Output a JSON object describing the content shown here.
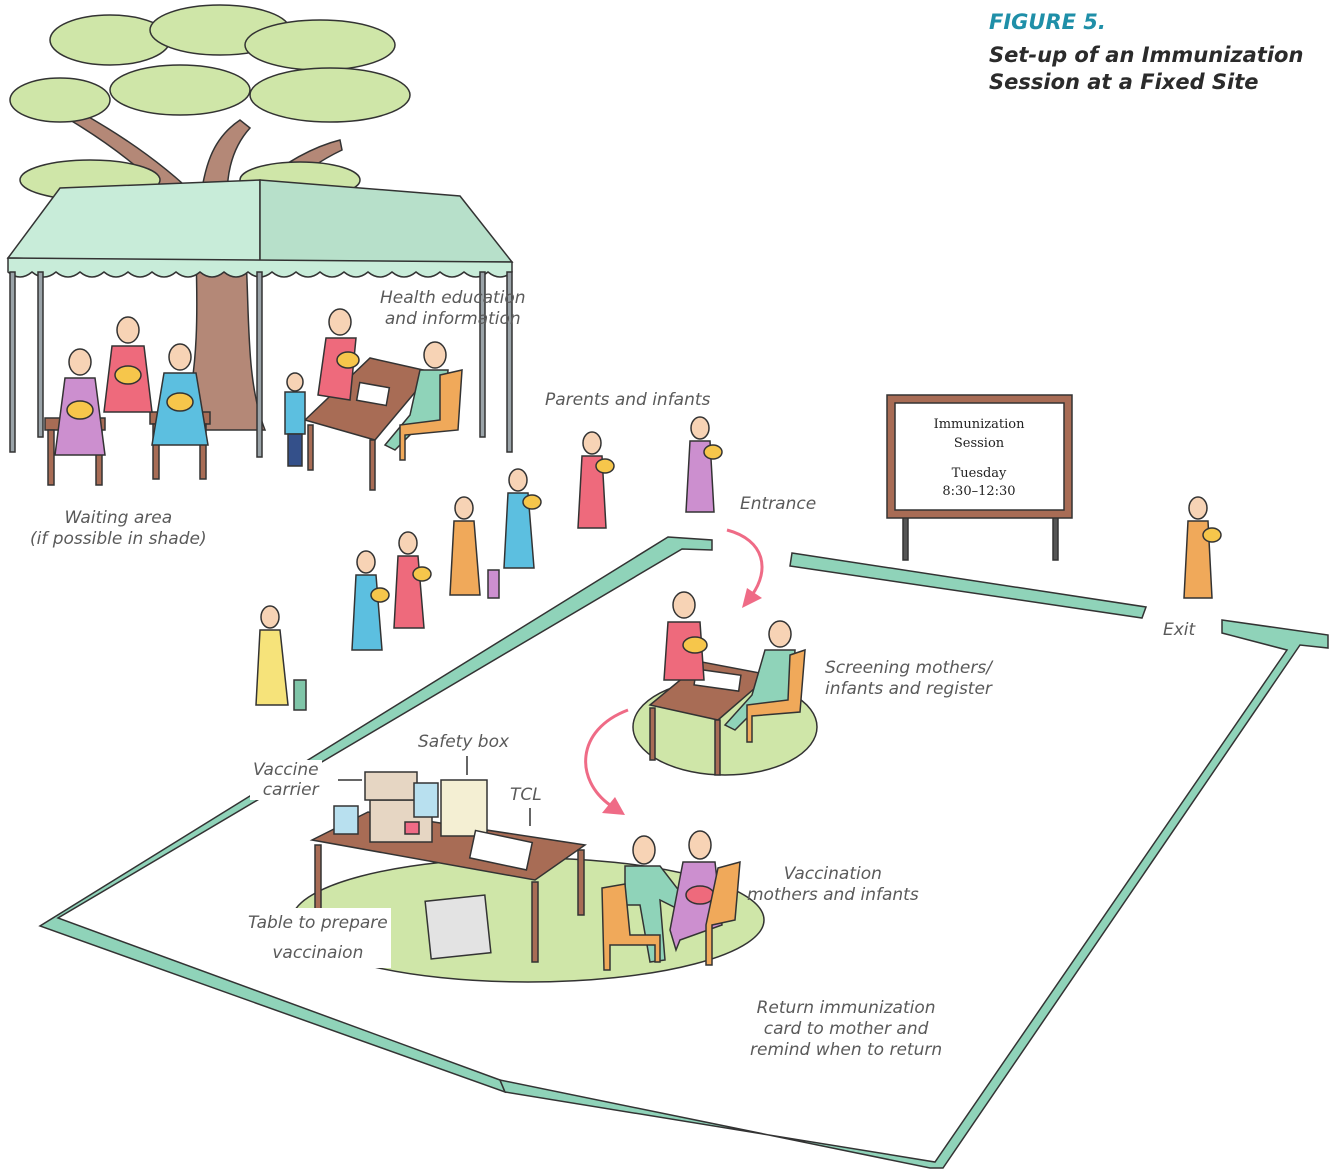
{
  "figure": {
    "number": "FIGURE 5.",
    "title_line1": "Set-up of an Immunization",
    "title_line2": "Session at a Fixed Site"
  },
  "labels": {
    "health_education_1": "Health education",
    "health_education_2": "and information",
    "parents_infants": "Parents and infants",
    "entrance": "Entrance",
    "waiting_1": "Waiting area",
    "waiting_2": "(if possible in shade)",
    "exit": "Exit",
    "screening_1": "Screening mothers/",
    "screening_2": "infants and register",
    "safety_box": "Safety box",
    "vaccine_carrier_1": "Vaccine",
    "vaccine_carrier_2": "carrier",
    "tcl": "TCL",
    "table_prepare_1": "Table to prepare",
    "table_prepare_2": "vaccinaion",
    "vaccination_1": "Vaccination",
    "vaccination_2": "mothers and infants",
    "return_1": "Return immunization",
    "return_2": "card to mother and",
    "return_3": "remind when to return"
  },
  "sign": {
    "line1": "Immunization",
    "line2": "Session",
    "line3": "Tuesday",
    "line4": "8:30–12:30"
  },
  "colors": {
    "title_accent": "#1f8fa8",
    "boundary": "#8fd3b9",
    "tent": "#c8ecd9",
    "foliage": "#cfe6a8",
    "trunk": "#b48877",
    "table": "#a86c55",
    "chair": "#f0a95a",
    "ground": "#cfe6a8",
    "arrow": "#ef6b86"
  }
}
